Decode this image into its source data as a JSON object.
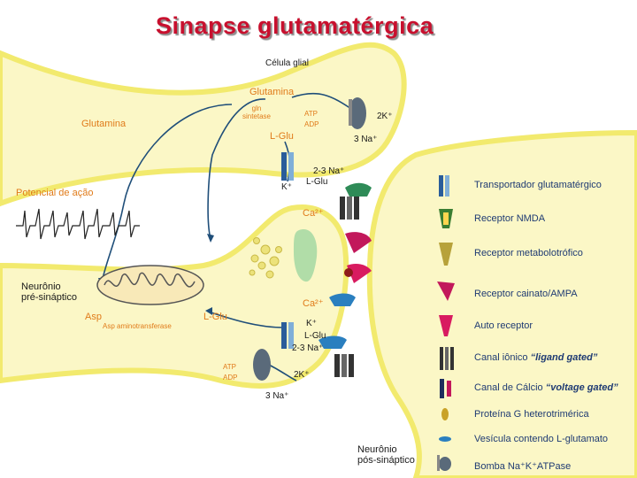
{
  "title": "Sinapse glutamatérgica",
  "labels": {
    "glial_cell": "Célula glial",
    "glutamine_glial": "Glutamina",
    "gln_synthetase": "gln\nsintetase",
    "l_glu_glial": "L-Glu",
    "atp_glial": "ATP",
    "adp_glial": "ADP",
    "k2_glial": "2K⁺",
    "na3_glial": "3 Na⁺",
    "glutamine_left": "Glutamina",
    "na23_glial": "2-3 Na⁺",
    "l_glu_transport": "L-Glu",
    "k_transport": "K⁺",
    "action_potential": "Potencial de ação",
    "ca_upper": "Ca²⁺",
    "presynaptic": "Neurônio\npré-sináptico",
    "ca_lower": "Ca²⁺",
    "asp": "Asp",
    "asp_aminotransferase": "Asp aminotransferase",
    "l_glu_neuron": "L-Glu",
    "k_neuron": "K⁺",
    "l_glu_neuron2": "L-Glu",
    "na23_neuron": "2-3 Na⁺",
    "atp_neuron": "ATP",
    "adp_neuron": "ADP",
    "k2_neuron": "2K⁺",
    "na3_neuron": "3 Na⁺",
    "postsynaptic": "Neurônio\npós-sináptico"
  },
  "legend": [
    {
      "label": "Transportador glutamatérgico",
      "icon": "transporter-icon"
    },
    {
      "label": "Receptor NMDA",
      "icon": "nmda-receptor-icon"
    },
    {
      "label": "Receptor metabolotrófico",
      "icon": "metabotropic-receptor-icon"
    },
    {
      "label": "Receptor cainato/AMPA",
      "icon": "kainate-ampa-receptor-icon"
    },
    {
      "label": "Auto receptor",
      "icon": "autoreceptor-icon"
    },
    {
      "label_main": "Canal iônico ",
      "label_em": "“ligand gated”",
      "icon": "ion-channel-icon"
    },
    {
      "label_main": "Canal de Cálcio ",
      "label_em": "“voltage gated”",
      "icon": "calcium-channel-icon"
    },
    {
      "label": "Proteína G heterotrimérica",
      "icon": "g-protein-icon"
    },
    {
      "label": "Vesícula contendo L-glutamato",
      "icon": "vesicle-icon"
    },
    {
      "label": "Bomba Na⁺K⁺ATPase",
      "icon": "na-k-pump-icon"
    }
  ],
  "colors": {
    "membrane": "#f5f08a",
    "cytoplasm": "#fbf7c6",
    "title": "#c8102e",
    "orange_text": "#e07b1a",
    "legend_text": "#1f3b73",
    "arrow": "#1f4e79"
  }
}
